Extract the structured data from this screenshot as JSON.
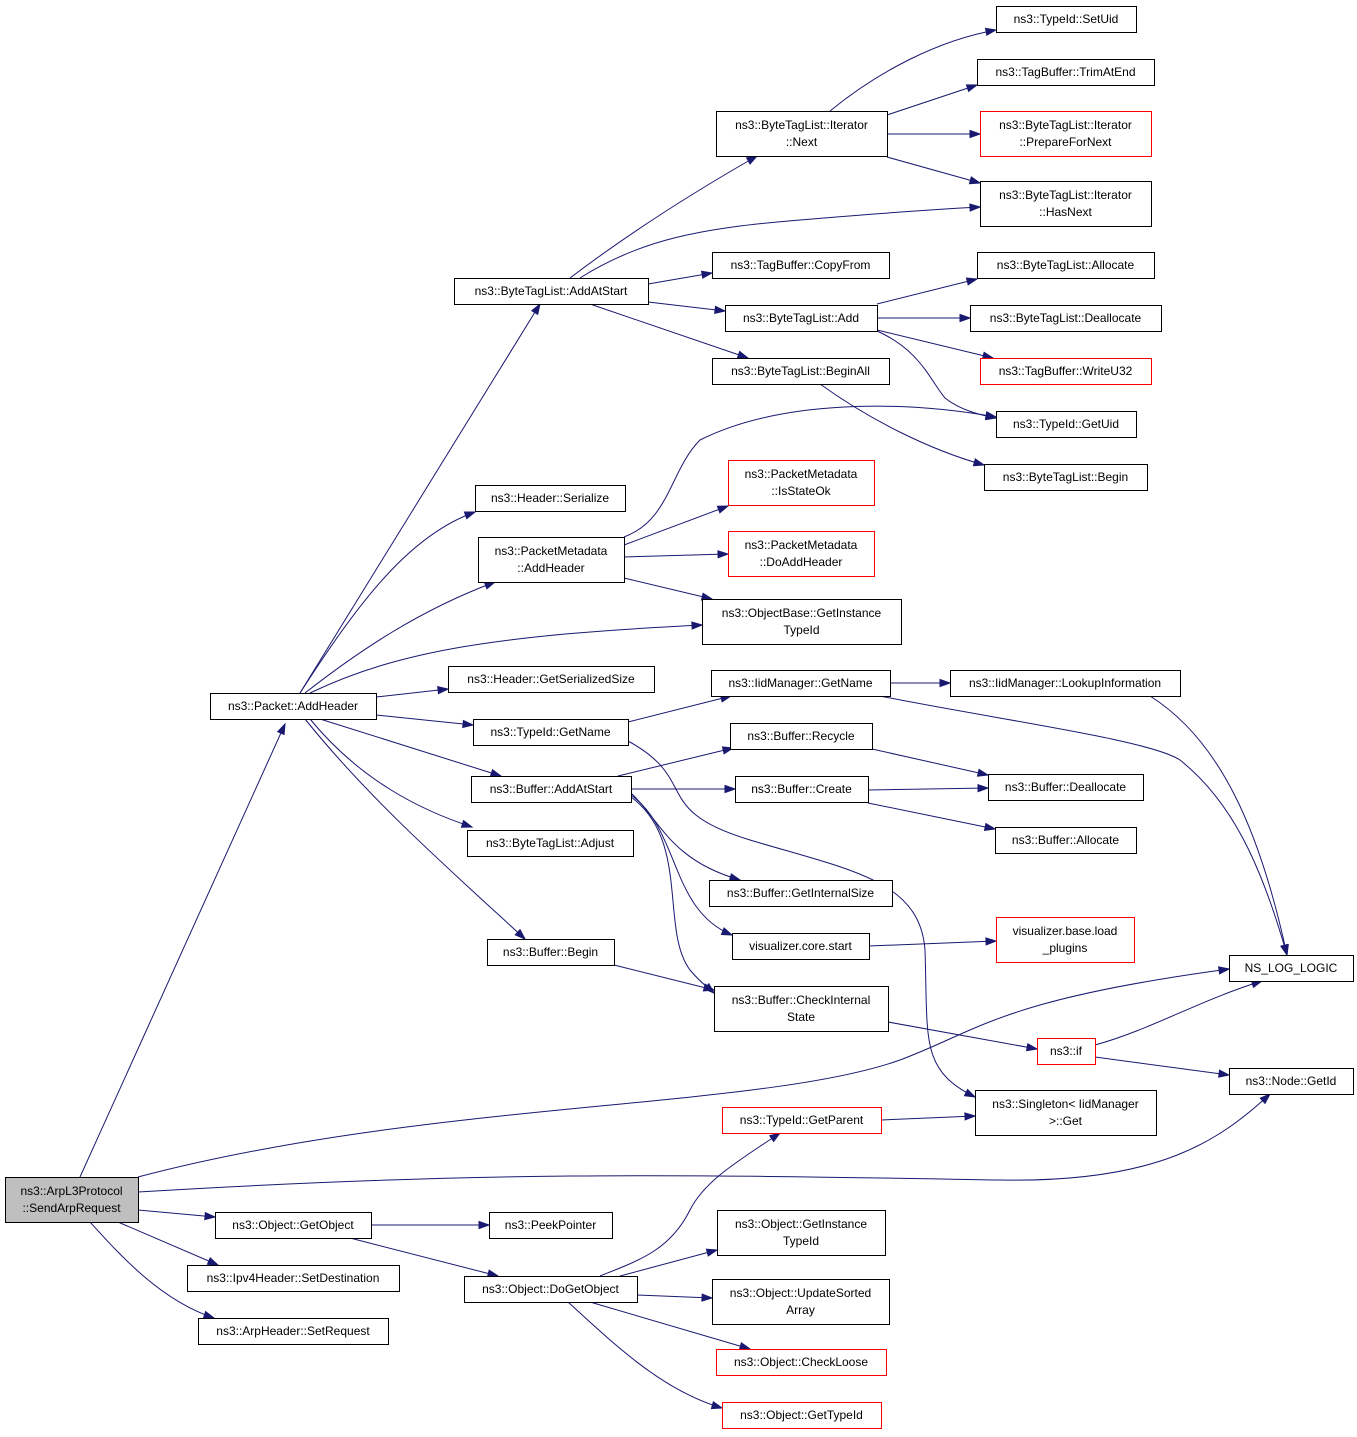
{
  "diagram": {
    "type": "call-graph",
    "nodes": [
      {
        "id": "send_arp",
        "lines": [
          "ns3::ArpL3Protocol",
          "::SendArpRequest"
        ],
        "style": "root"
      },
      {
        "id": "packet_addheader",
        "lines": [
          "ns3::Packet::AddHeader"
        ],
        "style": "normal"
      },
      {
        "id": "object_getobject",
        "lines": [
          "ns3::Object::GetObject"
        ],
        "style": "normal"
      },
      {
        "id": "ipv4_setdest",
        "lines": [
          "ns3::Ipv4Header::SetDestination"
        ],
        "style": "normal"
      },
      {
        "id": "arp_setrequest",
        "lines": [
          "ns3::ArpHeader::SetRequest"
        ],
        "style": "normal"
      },
      {
        "id": "btl_addatstart",
        "lines": [
          "ns3::ByteTagList::AddAtStart"
        ],
        "style": "normal"
      },
      {
        "id": "header_serialize",
        "lines": [
          "ns3::Header::Serialize"
        ],
        "style": "normal"
      },
      {
        "id": "pm_addheader",
        "lines": [
          "ns3::PacketMetadata",
          "::AddHeader"
        ],
        "style": "normal"
      },
      {
        "id": "header_getsersize",
        "lines": [
          "ns3::Header::GetSerializedSize"
        ],
        "style": "normal"
      },
      {
        "id": "typeid_getname",
        "lines": [
          "ns3::TypeId::GetName"
        ],
        "style": "normal"
      },
      {
        "id": "buffer_addatstart",
        "lines": [
          "ns3::Buffer::AddAtStart"
        ],
        "style": "normal"
      },
      {
        "id": "btl_adjust",
        "lines": [
          "ns3::ByteTagList::Adjust"
        ],
        "style": "normal"
      },
      {
        "id": "buffer_begin",
        "lines": [
          "ns3::Buffer::Begin"
        ],
        "style": "normal"
      },
      {
        "id": "btl_iter_next",
        "lines": [
          "ns3::ByteTagList::Iterator",
          "::Next"
        ],
        "style": "normal"
      },
      {
        "id": "tagbuffer_copyfrom",
        "lines": [
          "ns3::TagBuffer::CopyFrom"
        ],
        "style": "normal"
      },
      {
        "id": "btl_add",
        "lines": [
          "ns3::ByteTagList::Add"
        ],
        "style": "normal"
      },
      {
        "id": "btl_beginall",
        "lines": [
          "ns3::ByteTagList::BeginAll"
        ],
        "style": "normal"
      },
      {
        "id": "pm_isstateok",
        "lines": [
          "ns3::PacketMetadata",
          "::IsStateOk"
        ],
        "style": "red"
      },
      {
        "id": "pm_doaddheader",
        "lines": [
          "ns3::PacketMetadata",
          "::DoAddHeader"
        ],
        "style": "red"
      },
      {
        "id": "objbase_getinsttypeid",
        "lines": [
          "ns3::ObjectBase::GetInstance",
          "TypeId"
        ],
        "style": "normal"
      },
      {
        "id": "iid_getname",
        "lines": [
          "ns3::IidManager::GetName"
        ],
        "style": "normal"
      },
      {
        "id": "buffer_recycle",
        "lines": [
          "ns3::Buffer::Recycle"
        ],
        "style": "normal"
      },
      {
        "id": "buffer_create",
        "lines": [
          "ns3::Buffer::Create"
        ],
        "style": "normal"
      },
      {
        "id": "buffer_getinternalsize",
        "lines": [
          "ns3::Buffer::GetInternalSize"
        ],
        "style": "normal"
      },
      {
        "id": "vis_core_start",
        "lines": [
          "visualizer.core.start"
        ],
        "style": "normal"
      },
      {
        "id": "buffer_checkinternal",
        "lines": [
          "ns3::Buffer::CheckInternal",
          "State"
        ],
        "style": "normal"
      },
      {
        "id": "typeid_setuid",
        "lines": [
          "ns3::TypeId::SetUid"
        ],
        "style": "normal"
      },
      {
        "id": "tagbuffer_trimatend",
        "lines": [
          "ns3::TagBuffer::TrimAtEnd"
        ],
        "style": "normal"
      },
      {
        "id": "btl_iter_preparefornext",
        "lines": [
          "ns3::ByteTagList::Iterator",
          "::PrepareForNext"
        ],
        "style": "red"
      },
      {
        "id": "btl_iter_hasnext",
        "lines": [
          "ns3::ByteTagList::Iterator",
          "::HasNext"
        ],
        "style": "normal"
      },
      {
        "id": "btl_allocate",
        "lines": [
          "ns3::ByteTagList::Allocate"
        ],
        "style": "normal"
      },
      {
        "id": "btl_deallocate",
        "lines": [
          "ns3::ByteTagList::Deallocate"
        ],
        "style": "normal"
      },
      {
        "id": "tagbuffer_writeu32",
        "lines": [
          "ns3::TagBuffer::WriteU32"
        ],
        "style": "red"
      },
      {
        "id": "typeid_getuid",
        "lines": [
          "ns3::TypeId::GetUid"
        ],
        "style": "normal"
      },
      {
        "id": "btl_begin",
        "lines": [
          "ns3::ByteTagList::Begin"
        ],
        "style": "normal"
      },
      {
        "id": "iid_lookupinfo",
        "lines": [
          "ns3::IidManager::LookupInformation"
        ],
        "style": "normal"
      },
      {
        "id": "buffer_deallocate",
        "lines": [
          "ns3::Buffer::Deallocate"
        ],
        "style": "normal"
      },
      {
        "id": "buffer_allocate",
        "lines": [
          "ns3::Buffer::Allocate"
        ],
        "style": "normal"
      },
      {
        "id": "vis_base_loadplugins",
        "lines": [
          "visualizer.base.load",
          "_plugins"
        ],
        "style": "red"
      },
      {
        "id": "ns_log_logic",
        "lines": [
          "NS_LOG_LOGIC"
        ],
        "style": "normal"
      },
      {
        "id": "ns3_if",
        "lines": [
          "ns3::if"
        ],
        "style": "red"
      },
      {
        "id": "node_getid",
        "lines": [
          "ns3::Node::GetId"
        ],
        "style": "normal"
      },
      {
        "id": "typeid_getparent",
        "lines": [
          "ns3::TypeId::GetParent"
        ],
        "style": "red"
      },
      {
        "id": "singleton_get",
        "lines": [
          "ns3::Singleton< IidManager",
          ">::Get"
        ],
        "style": "normal"
      },
      {
        "id": "peekpointer",
        "lines": [
          "ns3::PeekPointer"
        ],
        "style": "normal"
      },
      {
        "id": "object_dogetobject",
        "lines": [
          "ns3::Object::DoGetObject"
        ],
        "style": "normal"
      },
      {
        "id": "object_getinsttypeid",
        "lines": [
          "ns3::Object::GetInstance",
          "TypeId"
        ],
        "style": "normal"
      },
      {
        "id": "object_updatesorted",
        "lines": [
          "ns3::Object::UpdateSorted",
          "Array"
        ],
        "style": "normal"
      },
      {
        "id": "object_checkloose",
        "lines": [
          "ns3::Object::CheckLoose"
        ],
        "style": "red"
      },
      {
        "id": "object_gettypeid",
        "lines": [
          "ns3::Object::GetTypeId"
        ],
        "style": "red"
      }
    ]
  }
}
